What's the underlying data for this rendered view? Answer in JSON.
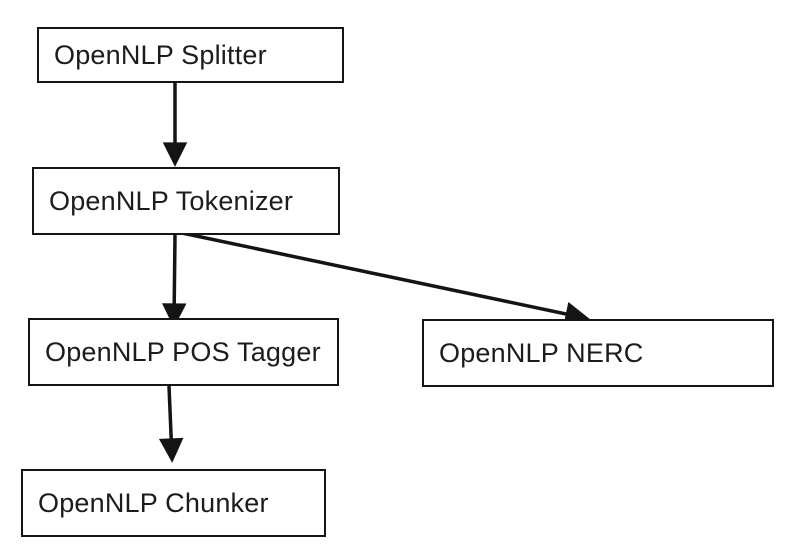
{
  "diagram": {
    "type": "flowchart",
    "background_color": "#ffffff",
    "line_color": "#141414",
    "box_fill_color": "#ffffff",
    "text_color": "#1c1c1c",
    "nodes": [
      {
        "id": "splitter",
        "label": "OpenNLP Splitter"
      },
      {
        "id": "tokenizer",
        "label": "OpenNLP Tokenizer"
      },
      {
        "id": "pos_tagger",
        "label": "OpenNLP POS Tagger"
      },
      {
        "id": "nerc",
        "label": "OpenNLP NERC"
      },
      {
        "id": "chunker",
        "label": "OpenNLP Chunker"
      }
    ],
    "edges": [
      {
        "from": "OpenNLP Splitter",
        "to": "OpenNLP Tokenizer",
        "style": "solid-arrow"
      },
      {
        "from": "OpenNLP Tokenizer",
        "to": "OpenNLP POS Tagger",
        "style": "solid-arrow"
      },
      {
        "from": "OpenNLP Tokenizer",
        "to": "OpenNLP NERC",
        "style": "solid-arrow"
      },
      {
        "from": "OpenNLP POS Tagger",
        "to": "OpenNLP Chunker",
        "style": "solid-arrow"
      }
    ]
  }
}
